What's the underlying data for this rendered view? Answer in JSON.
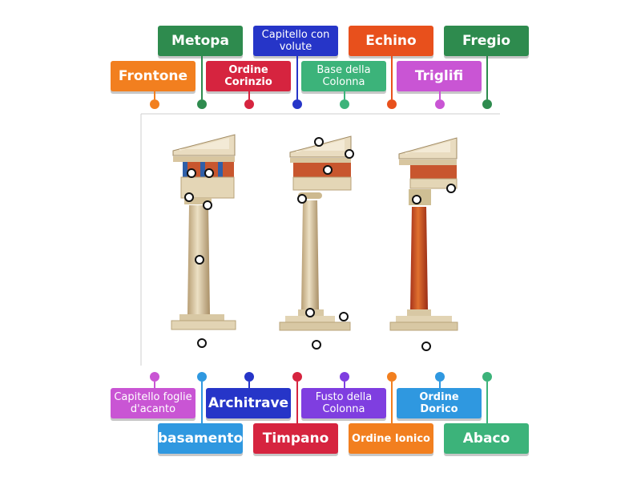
{
  "tiles_top": [
    {
      "label": "Metopa",
      "color": "#2e8b4e",
      "style": "big"
    },
    {
      "label": "Capitello con volute",
      "color": "#2635c8",
      "style": "small"
    },
    {
      "label": "Echino",
      "color": "#e8501c",
      "style": "big"
    },
    {
      "label": "Fregio",
      "color": "#2e8b4e",
      "style": "big"
    },
    {
      "label": "Frontone",
      "color": "#f27f1f",
      "style": "big"
    },
    {
      "label": "Ordine Corinzio",
      "color": "#d6243f",
      "style": "smallb"
    },
    {
      "label": "Base della Colonna",
      "color": "#3cb37a",
      "style": "small"
    },
    {
      "label": "Triglifi",
      "color": "#c955d4",
      "style": "big"
    }
  ],
  "tiles_bottom": [
    {
      "label": "Capitello foglie d'acanto",
      "color": "#c955d4",
      "style": "small"
    },
    {
      "label": "Architrave",
      "color": "#2635c8",
      "style": "big"
    },
    {
      "label": "Fusto della Colonna",
      "color": "#7f3ee0",
      "style": "small"
    },
    {
      "label": "Ordine Dorico",
      "color": "#2f98e0",
      "style": "smallb"
    },
    {
      "label": "basamento",
      "color": "#2f98e0",
      "style": "big"
    },
    {
      "label": "Timpano",
      "color": "#d6243f",
      "style": "big"
    },
    {
      "label": "Ordine Ionico",
      "color": "#f27f1f",
      "style": "smallb"
    },
    {
      "label": "Abaco",
      "color": "#3cb37a",
      "style": "big"
    }
  ],
  "connector_colors_top": [
    "#f27f1f",
    "#2e8b4e",
    "#d6243f",
    "#2635c8",
    "#3cb37a",
    "#e8501c",
    "#c955d4",
    "#2e8b4e"
  ],
  "connector_colors_bottom": [
    "#c955d4",
    "#2f98e0",
    "#2635c8",
    "#d6243f",
    "#7f3ee0",
    "#f27f1f",
    "#2f98e0",
    "#3cb37a"
  ]
}
